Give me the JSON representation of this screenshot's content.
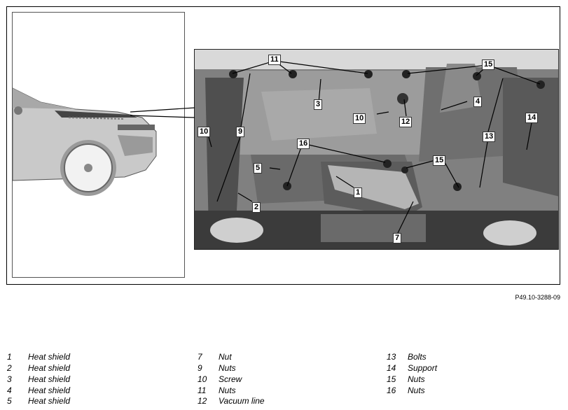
{
  "figure_ref": "P49.10-3288-09",
  "callouts": [
    "1",
    "2",
    "3",
    "4",
    "5",
    "7",
    "9",
    "10",
    "10",
    "11",
    "12",
    "13",
    "14",
    "15",
    "15",
    "16"
  ],
  "legend": [
    {
      "num": "1",
      "label": "Heat shield"
    },
    {
      "num": "2",
      "label": "Heat shield"
    },
    {
      "num": "3",
      "label": "Heat shield"
    },
    {
      "num": "4",
      "label": "Heat shield"
    },
    {
      "num": "5",
      "label": "Heat shield"
    },
    {
      "num": "7",
      "label": "Nut"
    },
    {
      "num": "9",
      "label": "Nuts"
    },
    {
      "num": "10",
      "label": "Screw"
    },
    {
      "num": "11",
      "label": "Nuts"
    },
    {
      "num": "12",
      "label": "Vacuum line"
    },
    {
      "num": "13",
      "label": "Bolts"
    },
    {
      "num": "14",
      "label": "Support"
    },
    {
      "num": "15",
      "label": "Nuts"
    },
    {
      "num": "16",
      "label": "Nuts"
    }
  ]
}
